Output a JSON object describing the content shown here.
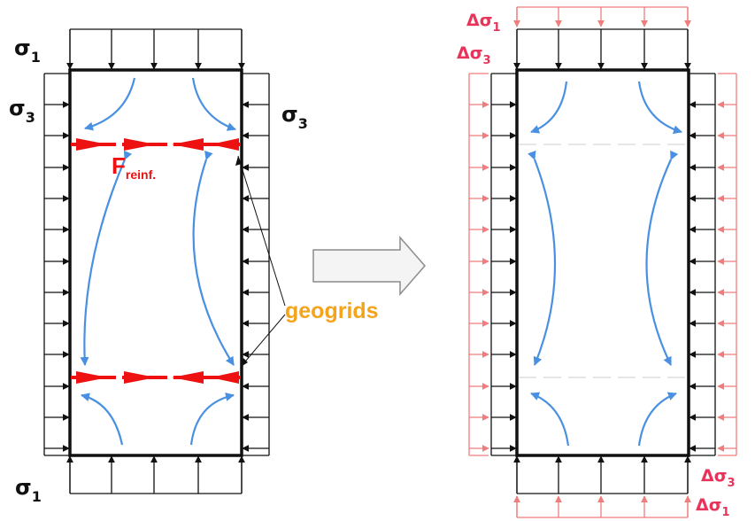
{
  "colors": {
    "frame": "#111111",
    "load_arrow": "#111111",
    "flow_arrow": "#4a90e2",
    "reinforcement": "#ee1111",
    "increment": "#f07c7c",
    "increment_text": "#e8335a",
    "geogrid_text": "#f5a31a",
    "transition_arrow_fill": "#f4f4f4",
    "transition_arrow_stroke": "#8c8c8c"
  },
  "left_panel": {
    "sigma1_top": {
      "symbol": "σ",
      "sub": "1"
    },
    "sigma1_bottom": {
      "symbol": "σ",
      "sub": "1"
    },
    "sigma3_left": {
      "symbol": "σ",
      "sub": "3"
    },
    "sigma3_right": {
      "symbol": "σ",
      "sub": "3"
    },
    "force_label": {
      "main": "F",
      "sub": "reinf."
    },
    "geogrid_label": "geogrids"
  },
  "right_panel": {
    "dsigma1_top": {
      "symbol": "Δσ",
      "sub": "1"
    },
    "dsigma3_top": {
      "symbol": "Δσ",
      "sub": "3"
    },
    "dsigma3_bottom": {
      "symbol": "Δσ",
      "sub": "3"
    },
    "dsigma1_bottom": {
      "symbol": "Δσ",
      "sub": "1"
    }
  },
  "transition_icon": "block-right-arrow-icon"
}
